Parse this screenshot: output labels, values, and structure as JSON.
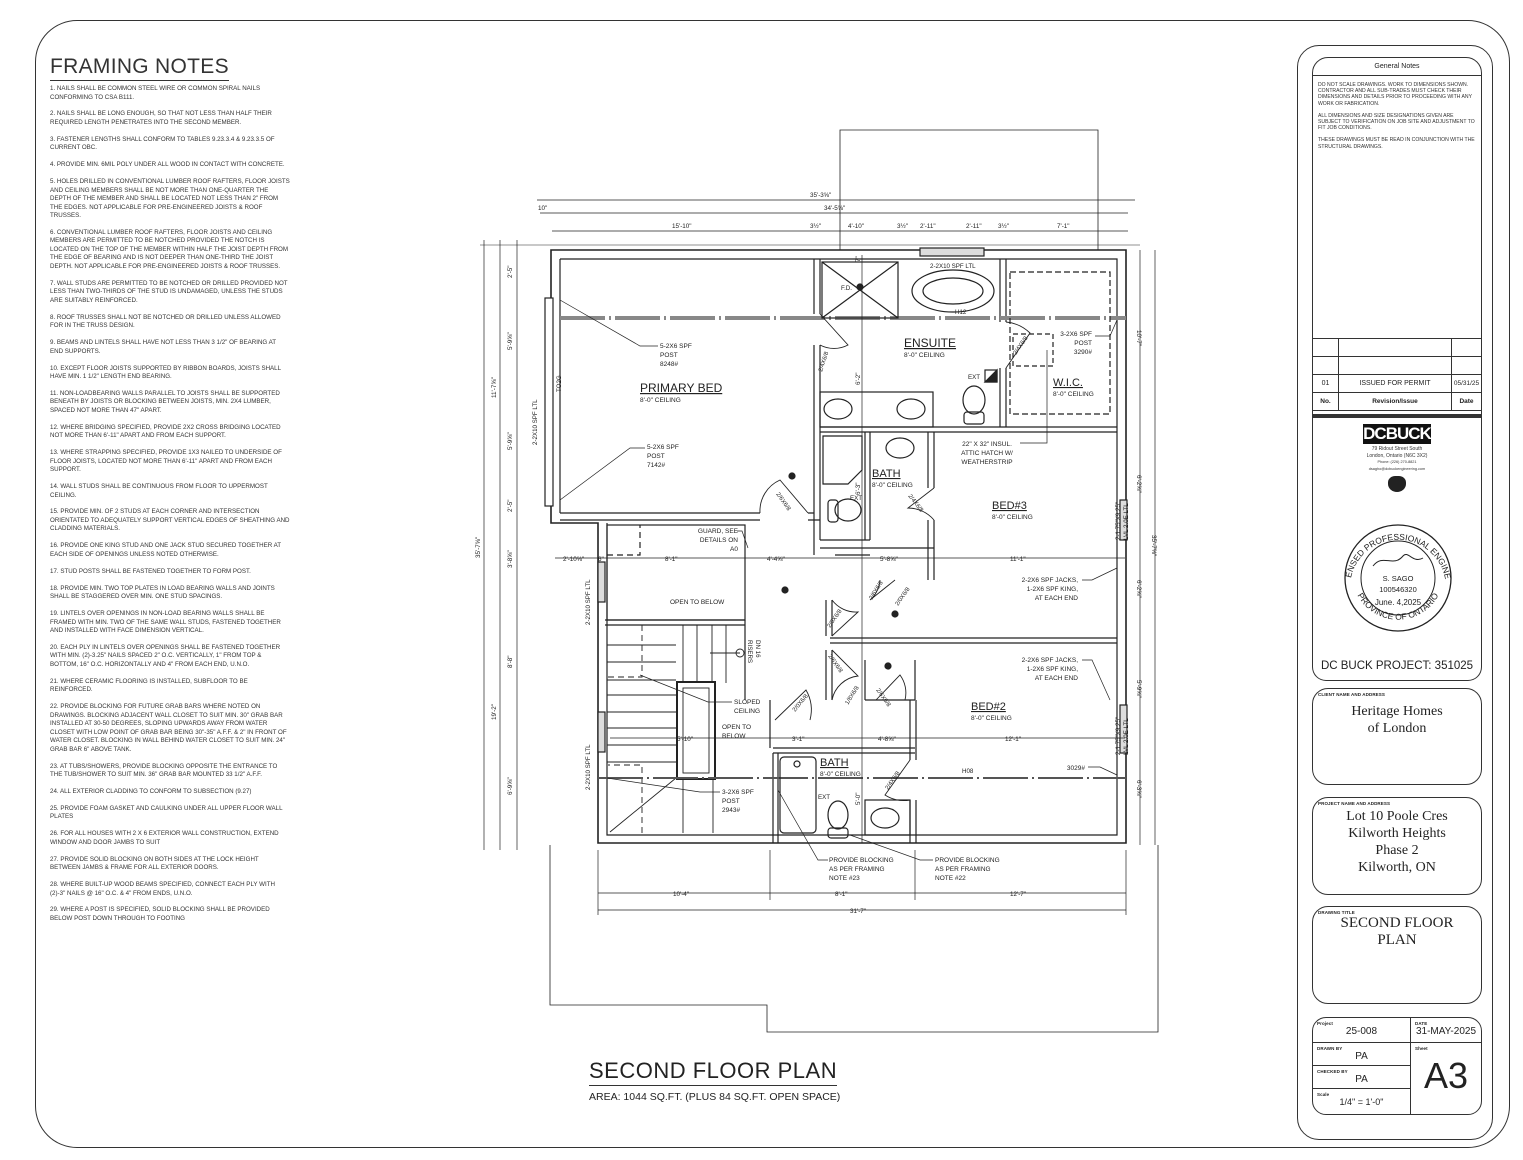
{
  "framing_notes": {
    "title": "FRAMING NOTES",
    "items": [
      "1. NAILS SHALL BE COMMON STEEL WIRE OR COMMON SPIRAL NAILS CONFORMING TO CSA B111.",
      "2. NAILS SHALL BE LONG ENOUGH, SO THAT NOT LESS THAN HALF THEIR REQUIRED LENGTH PENETRATES INTO THE SECOND MEMBER.",
      "3. FASTENER LENGTHS SHALL CONFORM TO TABLES 9.23.3.4 & 9.23.3.5 OF CURRENT OBC.",
      "4. PROVIDE MIN. 6mil POLY UNDER ALL WOOD IN CONTACT WITH CONCRETE.",
      "5. HOLES DRILLED IN CONVENTIONAL LUMBER ROOF RAFTERS, FLOOR JOISTS AND CEILING MEMBERS SHALL BE NOT MORE THAN ONE-QUARTER THE DEPTH OF THE MEMBER AND SHALL BE LOCATED NOT LESS THAN 2\" FROM THE EDGES.  NOT APPLICABLE FOR PRE-ENGINEERED JOISTS & ROOF TRUSSES.",
      "6. CONVENTIONAL LUMBER ROOF RAFTERS, FLOOR JOISTS AND CEILING MEMBERS ARE PERMITTED TO BE NOTCHED PROVIDED THE NOTCH IS LOCATED ON THE TOP OF THE MEMBER WITHIN HALF THE JOIST DEPTH FROM THE EDGE OF BEARING AND IS NOT DEEPER THAN ONE-THIRD THE JOIST DEPTH.  NOT APPLICABLE FOR PRE-ENGINEERED JOISTS & ROOF TRUSSES.",
      "7. WALL STUDS ARE PERMITTED TO BE NOTCHED OR DRILLED PROVIDED NOT LESS THAN TWO-THIRDS OF THE STUD IS UNDAMAGED, UNLESS THE STUDS ARE SUITABLY REINFORCED.",
      "8. ROOF TRUSSES SHALL NOT BE NOTCHED OR DRILLED UNLESS ALLOWED FOR IN THE TRUSS DESIGN.",
      "9. BEAMS AND LINTELS SHALL HAVE NOT LESS THAN 3 1/2\" OF BEARING AT END SUPPORTS.",
      "10.  EXCEPT FLOOR JOISTS SUPPORTED BY RIBBON BOARDS, JOISTS SHALL HAVE MIN. 1 1/2\" LENGTH END BEARING.",
      "11. NON-LOADBEARING WALLS PARALLEL TO JOISTS SHALL BE SUPPORTED BENEATH BY JOISTS OR BLOCKING BETWEEN JOISTS, MIN. 2X4 LUMBER, SPACED NOT MORE THAN 47\" APART.",
      "12. WHERE BRIDGING SPECIFIED, PROVIDE 2X2 CROSS BRIDGING LOCATED NOT MORE THAN 6'-11\" APART AND FROM EACH SUPPORT.",
      "13. WHERE STRAPPING SPECIFIED, PROVIDE 1X3 NAILED TO UNDERSIDE OF FLOOR JOISTS, LOCATED NOT MORE THAN 6'-11\" APART AND FROM EACH SUPPORT.",
      "14. WALL STUDS SHALL BE CONTINUOUS FROM FLOOR TO UPPERMOST CEILING.",
      "15. PROVIDE MIN. OF 2 STUDS AT EACH CORNER AND INTERSECTION ORIENTATED TO ADEQUATELY SUPPORT VERTICAL EDGES OF SHEATHING AND CLADDING MATERIALS.",
      "16. PROVIDE ONE KING STUD AND ONE JACK STUD SECURED TOGETHER AT EACH SIDE OF OPENINGS UNLESS NOTED OTHERWISE.",
      "17. STUD POSTS SHALL BE FASTENED TOGETHER TO FORM POST.",
      "18. PROVIDE MIN. TWO TOP PLATES IN LOAD BEARING WALLS AND JOINTS SHALL BE STAGGERED OVER MIN. ONE STUD SPACINGS.",
      "19. LINTELS OVER OPENINGS IN NON-LOAD BEARING WALLS SHALL BE FRAMED WITH MIN. TWO OF THE SAME WALL STUDS, FASTENED TOGETHER AND INSTALLED WITH FACE DIMENSION VERTICAL.",
      "20.  EACH PLY IN LINTELS OVER OPENINGS SHALL BE FASTENED TOGETHER WITH MIN. (2)-3.25\" NAILS SPACED 2\" O.C. VERTICALLY, 1\" FROM TOP & BOTTOM, 16\" O.C. HORIZONTALLY AND 4\" FROM EACH END, U.N.O.",
      "21. WHERE CERAMIC FLOORING IS INSTALLED, SUBFLOOR TO BE REINFORCED.",
      "22. PROVIDE BLOCKING FOR FUTURE GRAB BARS WHERE NOTED ON DRAWINGS.  BLOCKING ADJACENT WALL CLOSET TO SUIT MIN. 30\" GRAB BAR INSTALLED AT 30-50 DEGREES, SLOPING UPWARDS AWAY FROM WATER CLOSET WITH LOW POINT OF GRAB BAR BEING 30\"-35\" A.F.F. & 2\" IN FRONT OF WATER CLOSET.  BLOCKING IN WALL BEHIND WATER CLOSET TO SUIT MIN. 24\" GRAB BAR 6\" ABOVE TANK.",
      "23. AT TUBS/SHOWERS, PROVIDE BLOCKING OPPOSITE THE ENTRANCE TO THE TUB/SHOWER TO SUIT MIN. 36\" GRAB BAR MOUNTED 33 1/2\" A.F.F.",
      "24. ALL EXTERIOR CLADDING TO CONFORM TO SUBSECTION (9.27)",
      "25. PROVIDE FOAM GASKET AND CAULKING UNDER ALL UPPER FLOOR WALL PLATES",
      "26. FOR ALL HOUSES WITH 2 X 6 EXTERIOR WALL CONSTRUCTION, EXTEND WINDOW AND DOOR JAMBS TO SUIT",
      "27. PROVIDE SOLID BLOCKING ON BOTH SIDES AT THE LOCK HEIGHT BETWEEN JAMBS & FRAME FOR ALL EXTERIOR DOORS.",
      "28. WHERE BUILT-UP WOOD BEAMS SPECIFIED, CONNECT EACH PLY WITH (2)-3\" NAILS @ 16\" O.C. & 4\" FROM ENDS, U.N.O.",
      "29. WHERE A POST IS SPECIFIED, SOLID BLOCKING SHALL BE PROVIDED BELOW POST DOWN THROUGH TO FOOTING"
    ]
  },
  "plan": {
    "rooms": [
      {
        "name": "PRIMARY BED",
        "ceiling": "8'-0\" CEILING"
      },
      {
        "name": "ENSUITE",
        "ceiling": "8'-0\" CEILING"
      },
      {
        "name": "W.I.C.",
        "ceiling": "8'-0\" CEILING"
      },
      {
        "name": "BATH",
        "ceiling": "8'-0\" CEILING"
      },
      {
        "name": "BED#3",
        "ceiling": "8'-0\" CEILING"
      },
      {
        "name": "BED#2",
        "ceiling": "8'-0\" CEILING"
      },
      {
        "name": "BATH",
        "ceiling": "8'-0\" CEILING"
      }
    ],
    "callouts": [
      [
        "5-2X6 SPF",
        "POST",
        "8248#"
      ],
      [
        "5-2X6 SPF",
        "POST",
        "7142#"
      ],
      [
        "3-2X6 SPF",
        "POST",
        "3290#"
      ],
      [
        "22\" X 32\" INSUL.",
        "ATTIC HATCH W/",
        "WEATHERSTRIP"
      ],
      [
        "GUARD, SEE",
        "DETAILS ON",
        "A0"
      ],
      [
        "2-2X6 SPF JACKS,",
        "1-2X6 SPF KING,",
        "AT EACH END"
      ],
      [
        "2-2X6 SPF JACKS,",
        "1-2X6 SPF KING,",
        "AT EACH END"
      ],
      [
        "SLOPED",
        "CEILING"
      ],
      [
        "3-2X6 SPF",
        "POST",
        "2943#"
      ],
      [
        "3029#"
      ],
      [
        "PROVIDE BLOCKING",
        "AS PER FRAMING",
        "NOTE #23"
      ],
      [
        "PROVIDE BLOCKING",
        "AS PER FRAMING",
        "NOTE #22"
      ],
      [
        "OPEN TO BELOW"
      ],
      [
        "OPEN TO",
        "BELOW"
      ]
    ],
    "tags": [
      "2-2X10 SPF LTL",
      "2-2X10 SPF LTL",
      "TO2G",
      "2-2X10 SPF LTL",
      "2-2X10 SPF LTL",
      "2-1.75\"X9.25\"",
      "LVL 2.0E LTL",
      "2-1.75\"X9.25\"",
      "LVL 2.0E LTL",
      "H12",
      "H08",
      "F.D.",
      "EXT",
      "EXT",
      "EXT",
      "DN 16",
      "RISERS"
    ],
    "door_tags": [
      "2/4X6/8",
      "2/4X6/8",
      "2/6X6/8",
      "2/4X6/8",
      "2/6X6/8",
      "2/0X6/8",
      "2/6X6/8",
      "2/6X6/8",
      "1/8X6/8",
      "2/0X6/8",
      "2/6X6/8",
      "2/4X6/8"
    ],
    "dimensions": [
      "35'-3⅝\"",
      "34'-5⅝\"",
      "10\"",
      "15'-10\"",
      "3½\"",
      "4'-10\"",
      "3½\"",
      "2'-11\"",
      "2'-11\"",
      "3½\"",
      "7'-1\"",
      "2'-5\"",
      "5'-9⅝\"",
      "11'-7⅝\"",
      "5'-9⅝\"",
      "2'-5\"",
      "3'-8⅝\"",
      "8'-8\"",
      "19'-2\"",
      "6'-9⅝\"",
      "35'-7⅝\"",
      "10'-7\"",
      "6'-2⅝\"",
      "6'-2⅝\"",
      "5'-9⅝\"",
      "6'-3⅝\"",
      "35'-7⅝\"",
      "2'-10⅝\"",
      "6\"",
      "8'-1\"",
      "4'-4⅝\"",
      "5'-8⅝\"",
      "11'-1\"",
      "5'-10\"",
      "3'-1\"",
      "4'-8⅝\"",
      "12'-1\"",
      "10'-4\"",
      "8'-1\"",
      "12'-7\"",
      "31'-7\"",
      "7\"",
      "6'-2\"",
      "6'-3\"",
      "5'-0\""
    ]
  },
  "caption": {
    "title": "SECOND FLOOR PLAN",
    "area": "AREA: 1044 SQ.FT. (PLUS 84 SQ.FT. OPEN SPACE)"
  },
  "title_block": {
    "general_notes": {
      "title": "General Notes",
      "paragraphs": [
        "DO NOT SCALE DRAWINGS.  WORK TO DIMENSIONS SHOWN.  CONTRACTOR AND ALL SUB-TRADES MUST CHECK THEIR DIMENSIONS AND DETAILS PRIOR TO PROCEEDING WITH ANY WORK OR FABRICATION.",
        "ALL DIMENSIONS AND SIZE DESIGNATIONS GIVEN ARE SUBJECT TO VERIFICATION ON JOB SITE AND ADJUSTMENT TO FIT JOB CONDITIONS.",
        "THESE DRAWINGS MUST BE READ IN CONJUNCTION WITH THE STRUCTURAL DRAWINGS."
      ]
    },
    "revisions": {
      "headers": [
        "No.",
        "Revision/Issue",
        "Date"
      ],
      "rows": [
        {
          "no": "01",
          "desc": "ISSUED FOR PERMIT",
          "date": "05/31/25"
        }
      ]
    },
    "engineer": {
      "logo": "DCBUCK",
      "address": [
        "79 Ridout Street South",
        "London, Ontario (N6C 3X2)",
        "Phone: (226) 270-8821",
        "dsagho@dcbuckengineering.com"
      ],
      "stamp": {
        "top": "LICENSED PROFESSIONAL ENGINEER",
        "bottom": "PROVINCE OF ONTARIO",
        "name": "S. SAGO",
        "number": "100546320",
        "date": "June. 4,2025"
      },
      "project_ref": "DC BUCK PROJECT: 351025"
    },
    "client": {
      "label": "CLIENT NAME AND ADDRESS",
      "lines": [
        "Heritage Homes",
        "of London"
      ]
    },
    "project": {
      "label": "PROJECT NAME AND ADDRESS",
      "lines": [
        "Lot 10 Poole Cres",
        "Kilworth Heights",
        "Phase 2",
        "Kilworth, ON"
      ]
    },
    "drawing_title": {
      "label": "DRAWING TITLE",
      "lines": [
        "SECOND FLOOR",
        "PLAN"
      ]
    },
    "info": {
      "project_label": "Project",
      "project": "25-008",
      "date_label": "DATE",
      "date": "31-MAY-2025",
      "drawn_label": "DRAWN BY",
      "drawn": "PA",
      "checked_label": "CHECKED BY",
      "checked": "PA",
      "scale_label": "Scale",
      "scale": "1/4\" = 1'-0\"",
      "sheet_label": "Sheet",
      "sheet": "A3"
    }
  }
}
